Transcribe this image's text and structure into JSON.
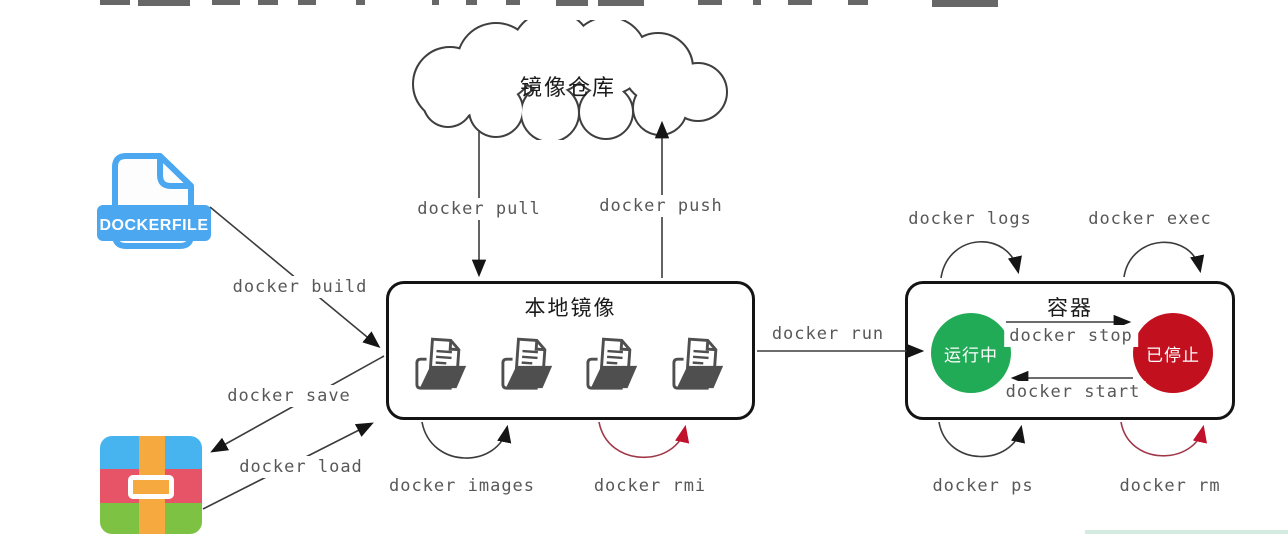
{
  "diagram": {
    "cloud": {
      "label": "镜像仓库"
    },
    "dockerfile": {
      "banner": "DOCKERFILE"
    },
    "local_images": {
      "title": "本地镜像"
    },
    "container": {
      "title": "容器",
      "running": "运行中",
      "stopped": "已停止"
    }
  },
  "commands": {
    "pull": "docker pull",
    "push": "docker push",
    "build": "docker build",
    "save": "docker save",
    "load": "docker load",
    "run": "docker run",
    "stop": "docker stop",
    "start": "docker start",
    "logs": "docker logs",
    "exec": "docker exec",
    "ps": "docker ps",
    "rm": "docker rm",
    "images": "docker images",
    "rmi": "docker rmi"
  },
  "colors": {
    "running_green": "#21ab56",
    "stopped_red": "#c2101f",
    "dockerfile_blue": "#4aa7f0",
    "line_dark": "#3c3c3c",
    "red_arrow_line": "#a03748",
    "red_arrowhead": "#c1122d",
    "label_gray": "#585858",
    "archive_blue": "#47b4f0",
    "archive_red": "#e85467",
    "archive_green": "#7dc242",
    "archive_orange": "#f6a93f"
  }
}
